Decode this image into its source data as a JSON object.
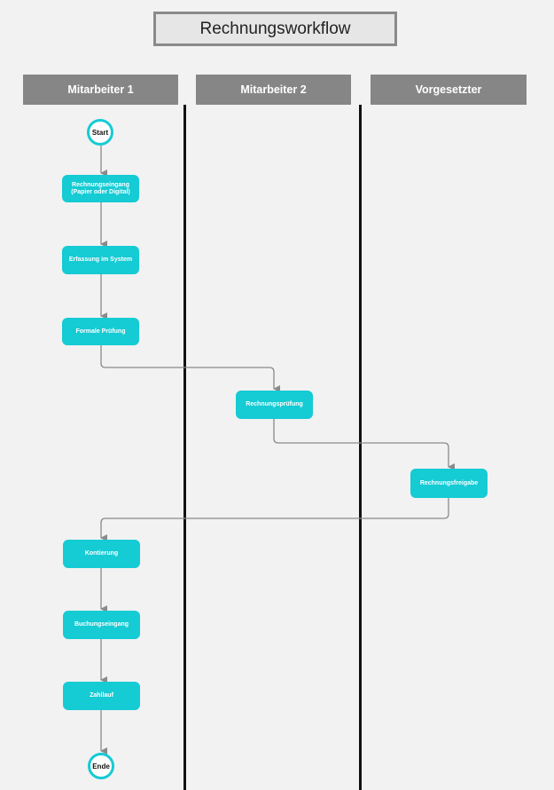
{
  "diagram": {
    "title": "Rechnungsworkflow",
    "lanes": [
      {
        "id": "mitarbeiter1",
        "label": "Mitarbeiter 1"
      },
      {
        "id": "mitarbeiter2",
        "label": "Mitarbeiter 2"
      },
      {
        "id": "vorgesetzter",
        "label": "Vorgesetzter"
      }
    ],
    "nodes": {
      "start": {
        "label": "Start",
        "lane": "Mitarbeiter 1",
        "kind": "terminal"
      },
      "rechnungseingang": {
        "label": "Rechnungseingang\n(Papier oder Digital)",
        "lane": "Mitarbeiter 1",
        "kind": "process"
      },
      "erfassung": {
        "label": "Erfassung im System",
        "lane": "Mitarbeiter 1",
        "kind": "process"
      },
      "formale_pruefung": {
        "label": "Formale Prüfung",
        "lane": "Mitarbeiter 1",
        "kind": "process"
      },
      "rechnungspruefung": {
        "label": "Rechnungsprüfung",
        "lane": "Mitarbeiter 2",
        "kind": "process"
      },
      "rechnungsfreigabe": {
        "label": "Rechnungsfreigabe",
        "lane": "Vorgesetzter",
        "kind": "process"
      },
      "kontierung": {
        "label": "Kontierung",
        "lane": "Mitarbeiter 1",
        "kind": "process"
      },
      "buchungseingang": {
        "label": "Buchungseingang",
        "lane": "Mitarbeiter 1",
        "kind": "process"
      },
      "zahllauf": {
        "label": "Zahllauf",
        "lane": "Mitarbeiter 1",
        "kind": "process"
      },
      "ende": {
        "label": "Ende",
        "lane": "Mitarbeiter 1",
        "kind": "terminal"
      }
    },
    "edges": [
      {
        "from": "start",
        "to": "rechnungseingang"
      },
      {
        "from": "rechnungseingang",
        "to": "erfassung"
      },
      {
        "from": "erfassung",
        "to": "formale_pruefung"
      },
      {
        "from": "formale_pruefung",
        "to": "rechnungspruefung"
      },
      {
        "from": "rechnungspruefung",
        "to": "rechnungsfreigabe"
      },
      {
        "from": "rechnungsfreigabe",
        "to": "kontierung"
      },
      {
        "from": "kontierung",
        "to": "buchungseingang"
      },
      {
        "from": "buchungseingang",
        "to": "zahllauf"
      },
      {
        "from": "zahllauf",
        "to": "ende"
      }
    ],
    "colors": {
      "node_fill": "#15cbd4",
      "lane_header": "#868686",
      "connector": "#8a8a8a",
      "divider": "#111111"
    }
  }
}
